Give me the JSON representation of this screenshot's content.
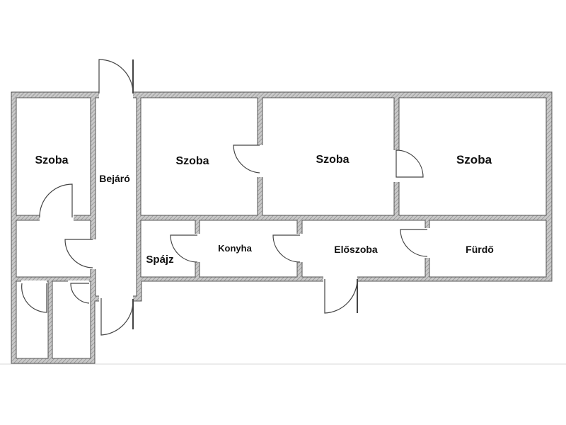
{
  "floor_plan": {
    "rooms": {
      "szoba_1": "Szoba",
      "bejaro": "Bejáró",
      "szoba_2": "Szoba",
      "szoba_3": "Szoba",
      "szoba_4": "Szoba",
      "spajz": "Spájz",
      "konyha": "Konyha",
      "eloszoba": "Előszoba",
      "furdo": "Fürdő"
    },
    "colors": {
      "wall_fill": "#c4c4c4",
      "wall_stroke": "#555555",
      "hatch": "#8a8a8a",
      "door_line": "#444444",
      "label": "#111111"
    }
  }
}
